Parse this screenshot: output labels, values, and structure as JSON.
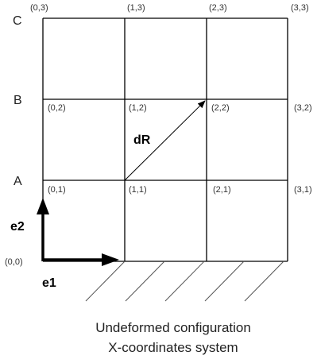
{
  "grid_labels": {
    "r3": [
      "(0,3)",
      "(1,3)",
      "(2,3)",
      "(3,3)"
    ],
    "r2": [
      "(0,2)",
      "(1,2)",
      "(2,2)",
      "(3,2)"
    ],
    "r1": [
      "(0,1)",
      "(1,1)",
      "(2,1)",
      "(3,1)"
    ],
    "origin": "(0,0)"
  },
  "row_labels": {
    "c": "C",
    "b": "B",
    "a": "A"
  },
  "vectors": {
    "dR": "dR",
    "e1": "e1",
    "e2": "e2"
  },
  "caption": {
    "line1": "Undeformed configuration",
    "line2": "X-coordinates system"
  }
}
